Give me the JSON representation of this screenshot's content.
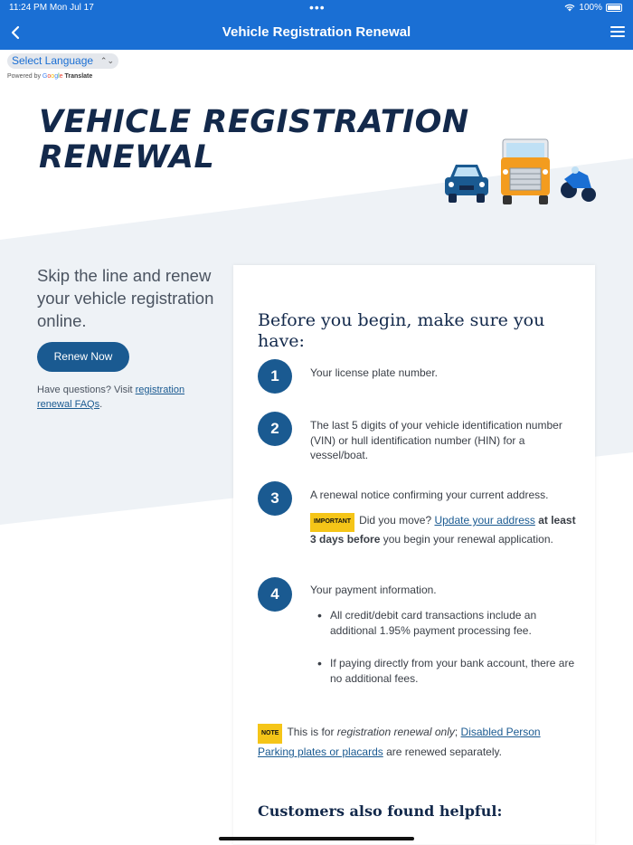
{
  "status": {
    "time": "11:24 PM  Mon Jul 17",
    "dots": "•••",
    "battery": "100%"
  },
  "nav": {
    "title": "Vehicle Registration Renewal"
  },
  "translate": {
    "select_label": "Select Language",
    "powered_by": "Powered by",
    "google": [
      "G",
      "o",
      "o",
      "g",
      "l",
      "e"
    ],
    "translate_word": "Translate"
  },
  "hero": {
    "title_line1": "VEHICLE REGISTRATION",
    "title_line2": "RENEWAL"
  },
  "intro": {
    "skip_text": "Skip the line and renew your vehicle registration online.",
    "renew_button": "Renew Now",
    "faq_prefix": "Have questions? Visit ",
    "faq_link": "registration renewal FAQs",
    "faq_suffix": "."
  },
  "card": {
    "title": "Before you begin, make sure you have:",
    "steps": [
      {
        "num": "1",
        "text": "Your license plate number."
      },
      {
        "num": "2",
        "text": "The last 5 digits of your vehicle identification number (VIN) or hull identification number (HIN) for a vessel/boat."
      },
      {
        "num": "3",
        "text": "A renewal notice confirming your current address."
      },
      {
        "num": "4",
        "text": "Your payment information."
      }
    ],
    "important": {
      "badge": "IMPORTANT",
      "prefix": "Did you move? ",
      "link": "Update your address",
      "bold": " at least 3 days before",
      "suffix": " you begin your renewal application."
    },
    "bullets": [
      "All credit/debit card transactions include an additional 1.95% payment processing fee.",
      "If paying directly from your bank account, there are no additional fees."
    ],
    "note": {
      "badge": "NOTE",
      "prefix": "This is for ",
      "italic": "registration renewal only",
      "middle": "; ",
      "link": "Disabled Person Parking plates or placards",
      "suffix": " are renewed separately."
    },
    "also": "Customers also found helpful:"
  },
  "colors": {
    "nav_blue": "#1a6fd4",
    "navy": "#13294b",
    "button_blue": "#1a5a91",
    "badge_yellow": "#f5c518",
    "band": "#eef2f6"
  }
}
